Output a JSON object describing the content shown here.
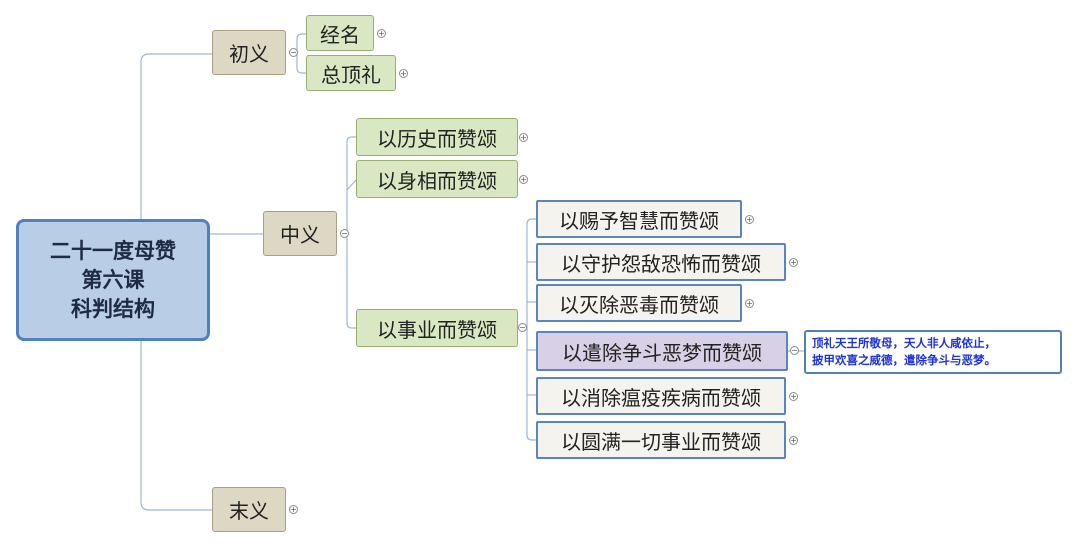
{
  "root": {
    "lines": [
      "二十一度母赞",
      "第六课",
      "科判结构"
    ]
  },
  "branches": {
    "chu": {
      "label": "初义",
      "children": [
        "经名",
        "总顶礼"
      ]
    },
    "zhong": {
      "label": "中义",
      "children": [
        "以历史而赞颂",
        "以身相而赞颂",
        "以事业而赞颂"
      ],
      "activity": [
        "以赐予智慧而赞颂",
        "以守护怨敌恐怖而赞颂",
        "以灭除恶毒而赞颂",
        "以遣除争斗恶梦而赞颂",
        "以消除瘟疫疾病而赞颂",
        "以圆满一切事业而赞颂"
      ]
    },
    "mo": {
      "label": "末义"
    }
  },
  "note": {
    "lines": [
      "顶礼天王所敬母，天人非人咸依止，",
      "披甲欢喜之威德，遣除争斗与恶梦。"
    ]
  },
  "expand_symbol": "+",
  "collapse_symbol": "−",
  "colors": {
    "root_fill": "#b9cde6",
    "root_border": "#4f81bd",
    "level1_fill": "#ddd8c4",
    "level2_fill": "#d9e8c3",
    "leaf_border": "#5a84c2",
    "selected_fill": "#d7d0e6",
    "note_text": "#1f33d8",
    "connector": "#9fb7d6"
  }
}
